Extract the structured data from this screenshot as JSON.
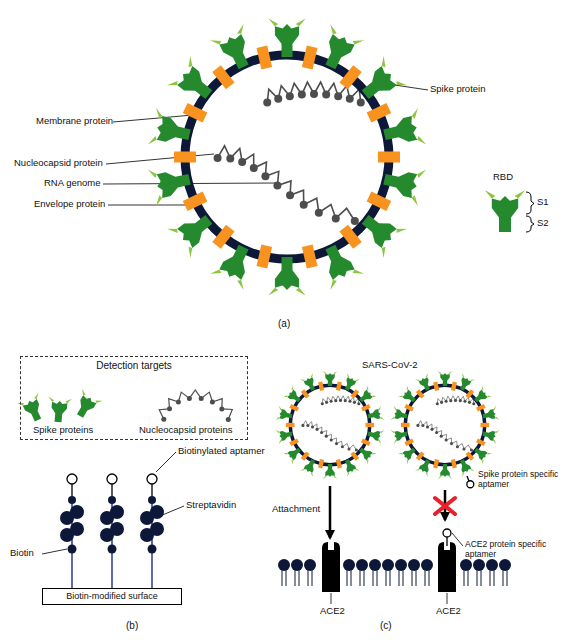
{
  "diagram": {
    "nodes": [
      {
        "text": [
          "Detection targets",
          "Spike proteins",
          "Nucleocapsid proteins"
        ]
      },
      {
        "text": [
          "Biotin-modified surface"
        ]
      }
    ],
    "labels": [
      "Spike protein",
      "Membrane protein",
      "Nucleocapsid protein",
      "RNA genome",
      "Envelope protein",
      "RBD",
      "S1",
      "S2",
      "(a)",
      "Biotinylated aptamer",
      "Streptavidin",
      "Biotin",
      "(b)",
      "SARS-CoV-2",
      "Spike protein specific aptamer",
      "Attachment",
      "ACE2 protein specific aptamer",
      "ACE2",
      "ACE2",
      "(c)"
    ]
  }
}
